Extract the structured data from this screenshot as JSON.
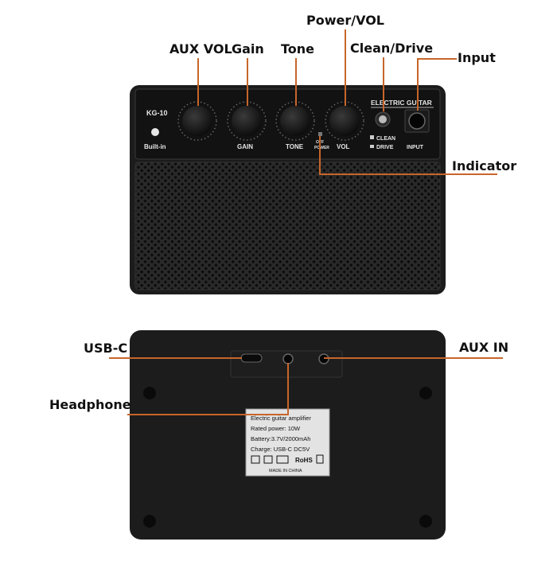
{
  "callouts": {
    "aux_vol": "AUX VOL",
    "gain": "Gain",
    "tone": "Tone",
    "power_vol": "Power/VOL",
    "clean_drive": "Clean/Drive",
    "input": "Input",
    "indicator": "Indicator",
    "usb_c": "USB-C",
    "aux_in": "AUX IN",
    "headphone": "Headphone"
  },
  "front_panel": {
    "model": "KG-10",
    "builtin": "Built-in",
    "gain": "GAIN",
    "tone": "TONE",
    "vol": "VOL",
    "off": "OFF",
    "power": "POWER",
    "brand": "ELECTRIC GUITAR",
    "clean": "CLEAN",
    "drive": "DRIVE",
    "input": "INPUT"
  },
  "rear_label": {
    "line1": "Electric guitar amplifier",
    "line2": "Rated power: 10W",
    "line3": "Battery:3.7V/2000mAh",
    "line4": "Charge: USB-C DC5V",
    "rohs": "RoHS",
    "made_in": "MADE IN CHINA"
  },
  "colors": {
    "lead": "#c7662a",
    "body": "#1c1c1c",
    "panel": "#121212"
  }
}
